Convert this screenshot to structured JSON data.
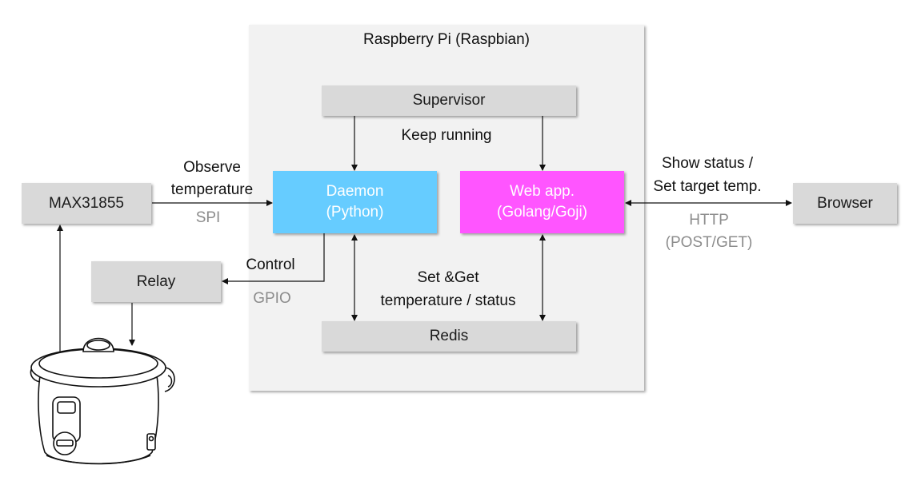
{
  "title": "Raspberry Pi (Raspbian)",
  "boxes": {
    "supervisor": "Supervisor",
    "daemon_line1": "Daemon",
    "daemon_line2": "(Python)",
    "webapp_line1": "Web app.",
    "webapp_line2": "(Golang/Goji)",
    "redis": "Redis",
    "max": "MAX31855",
    "relay": "Relay",
    "browser": "Browser"
  },
  "labels": {
    "keep_running": "Keep running",
    "observe_line1": "Observe",
    "observe_line2": "temperature",
    "spi": "SPI",
    "control": "Control",
    "gpio": "GPIO",
    "setget_line1": "Set &Get",
    "setget_line2": "temperature / status",
    "show_line1": "Show status /",
    "show_line2": "Set target temp.",
    "http_line1": "HTTP",
    "http_line2": "(POST/GET)"
  },
  "colors": {
    "daemon": "#66ccff",
    "webapp": "#ff55ff",
    "box_gray": "#d9d9d9",
    "panel": "#f2f2f2",
    "protocol_text": "#8c8c8c"
  },
  "icons": {
    "appliance": "rice-cooker-icon"
  }
}
